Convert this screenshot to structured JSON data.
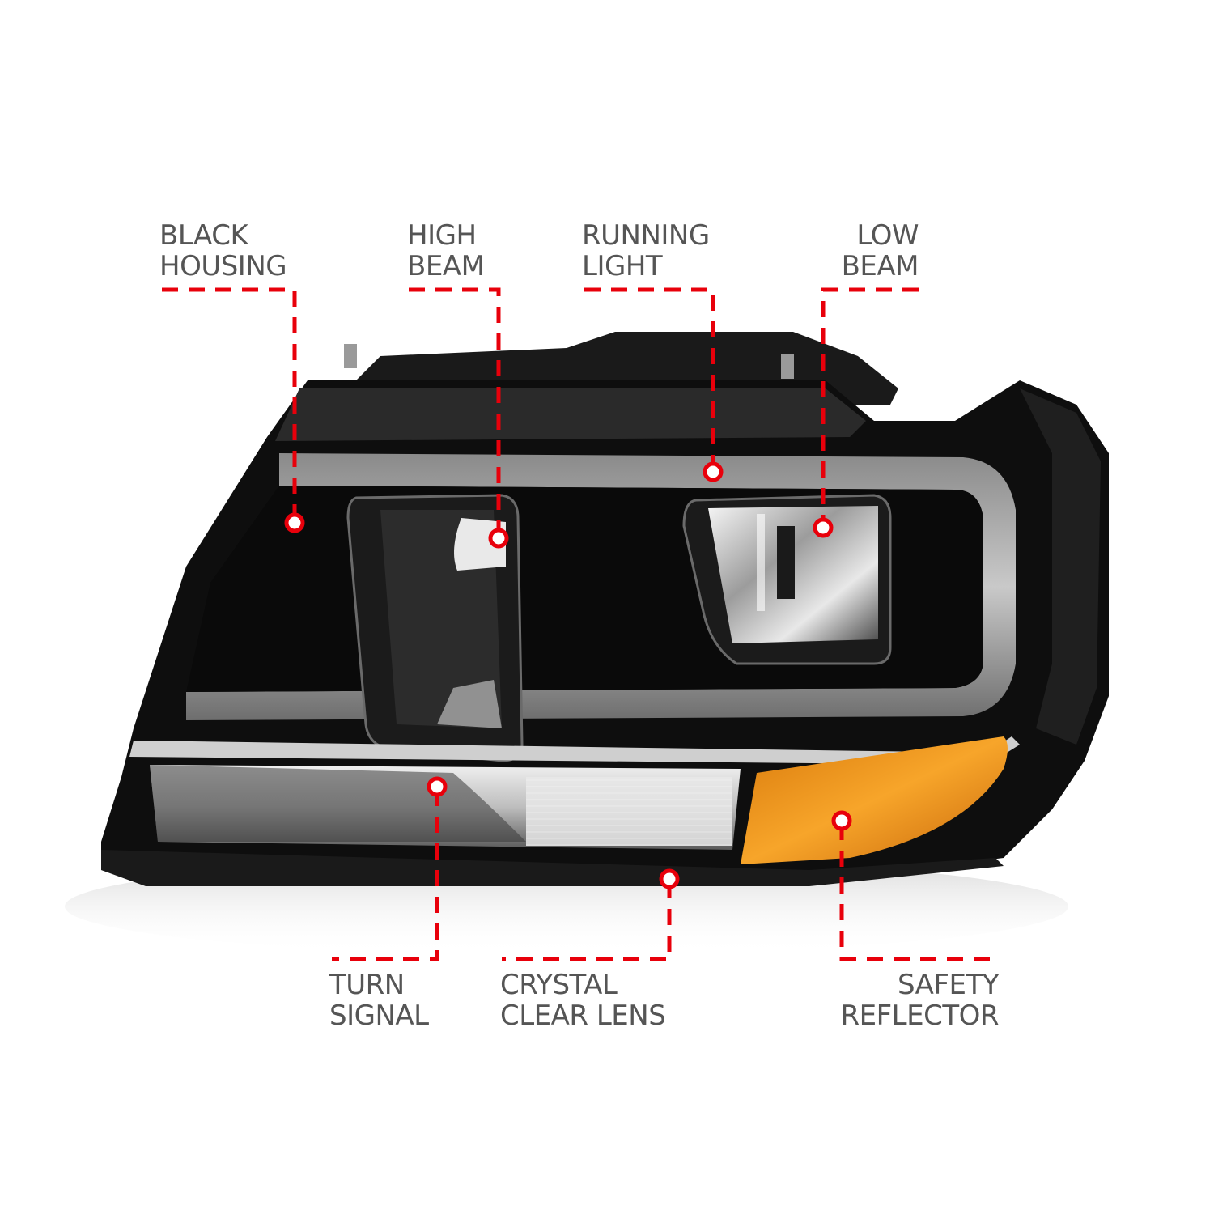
{
  "colors": {
    "callout_red": "#e8000b",
    "label_gray": "#555555",
    "housing_black": "#0e0e0e",
    "amber": "#f29a1d",
    "background": "#ffffff"
  },
  "callouts": {
    "black_housing": {
      "line1": "BLACK",
      "line2": "HOUSING"
    },
    "high_beam": {
      "line1": "HIGH",
      "line2": "BEAM"
    },
    "running_light": {
      "line1": "RUNNING",
      "line2": "LIGHT"
    },
    "low_beam": {
      "line1": "LOW",
      "line2": "BEAM"
    },
    "turn_signal": {
      "line1": "TURN",
      "line2": "SIGNAL"
    },
    "crystal_clear_lens": {
      "line1": "CRYSTAL",
      "line2": "CLEAR LENS"
    },
    "safety_reflector": {
      "line1": "SAFETY",
      "line2": "REFLECTOR"
    }
  }
}
